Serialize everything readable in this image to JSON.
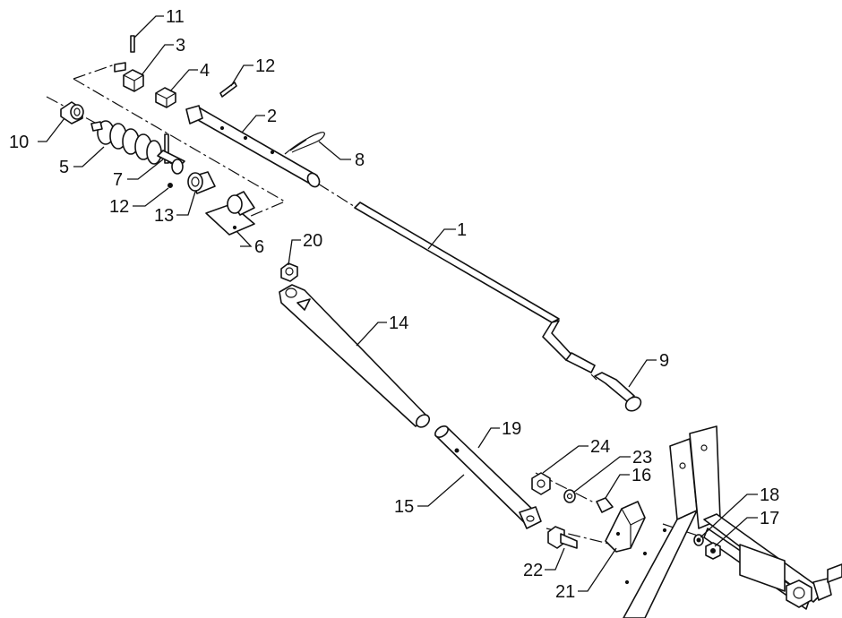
{
  "diagram": {
    "colors": {
      "ink": "#111111",
      "paper": "#ffffff"
    },
    "callouts": [
      "1",
      "2",
      "3",
      "4",
      "5",
      "6",
      "7",
      "8",
      "9",
      "10",
      "11",
      "12",
      "12",
      "13",
      "14",
      "15",
      "16",
      "17",
      "18",
      "19",
      "20",
      "21",
      "22",
      "23",
      "24"
    ]
  }
}
